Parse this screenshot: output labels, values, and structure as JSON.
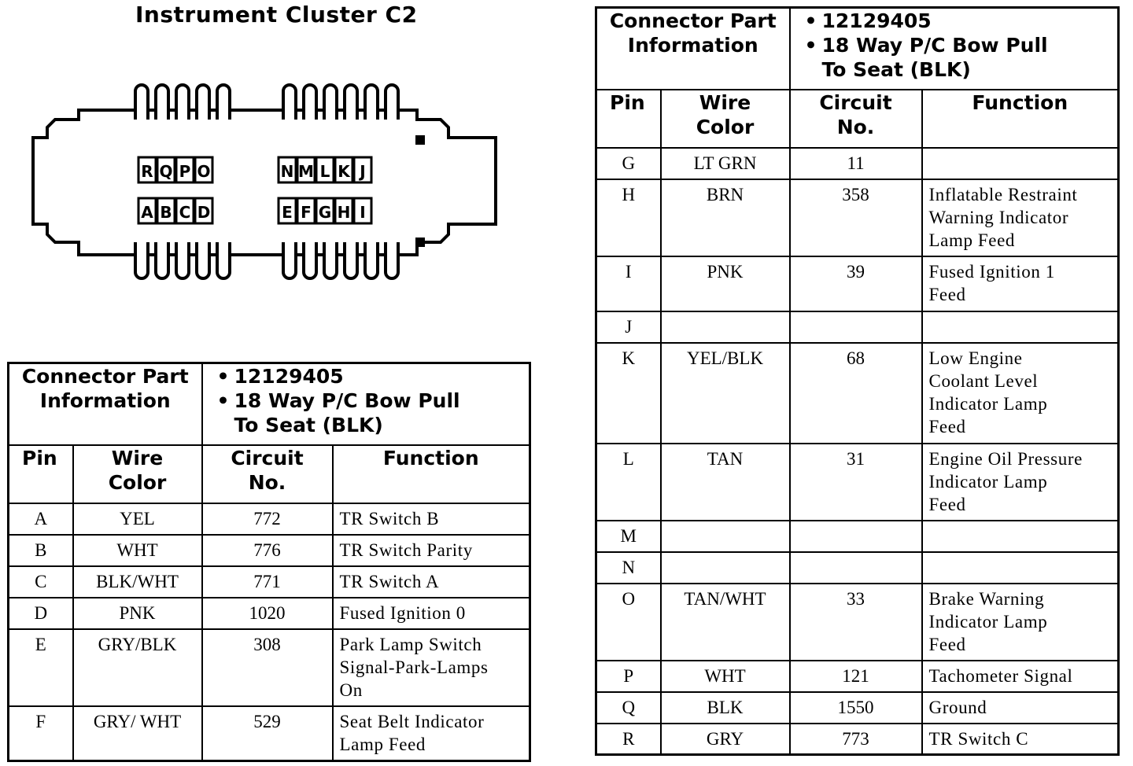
{
  "title": "Instrument Cluster C2",
  "connector": {
    "top_row": [
      "R",
      "Q",
      "P",
      "O",
      "N",
      "M",
      "L",
      "K",
      "J"
    ],
    "bottom_row": [
      "A",
      "B",
      "C",
      "D",
      "E",
      "F",
      "G",
      "H",
      "I"
    ]
  },
  "header": {
    "connector_info_label": [
      "Connector Part",
      "Information"
    ],
    "part_lines": [
      "12129405",
      "18 Way P/C Bow Pull",
      "To Seat (BLK)"
    ],
    "col_pin": "Pin",
    "col_wire": [
      "Wire",
      "Color"
    ],
    "col_circuit": [
      "Circuit",
      "No."
    ],
    "col_function": "Function"
  },
  "left_table": [
    {
      "pin": "A",
      "color": "YEL",
      "circuit": "772",
      "function": [
        "TR Switch B"
      ]
    },
    {
      "pin": "B",
      "color": "WHT",
      "circuit": "776",
      "function": [
        "TR Switch Parity"
      ]
    },
    {
      "pin": "C",
      "color": "BLK/WHT",
      "circuit": "771",
      "function": [
        "TR Switch A"
      ]
    },
    {
      "pin": "D",
      "color": "PNK",
      "circuit": "1020",
      "function": [
        "Fused Ignition 0"
      ]
    },
    {
      "pin": "E",
      "color": "GRY/BLK",
      "circuit": "308",
      "function": [
        "Park Lamp Switch",
        "Signal-Park-Lamps",
        "On"
      ]
    },
    {
      "pin": "F",
      "color": "GRY/ WHT",
      "circuit": "529",
      "function": [
        "Seat Belt Indicator",
        "Lamp Feed"
      ]
    }
  ],
  "right_table": [
    {
      "pin": "G",
      "color": "LT GRN",
      "circuit": "11",
      "function": []
    },
    {
      "pin": "H",
      "color": "BRN",
      "circuit": "358",
      "function": [
        "Inflatable Restraint",
        "Warning Indicator",
        "Lamp Feed"
      ]
    },
    {
      "pin": "I",
      "color": "PNK",
      "circuit": "39",
      "function": [
        "Fused Ignition 1",
        "Feed"
      ]
    },
    {
      "pin": "J",
      "color": "",
      "circuit": "",
      "function": []
    },
    {
      "pin": "K",
      "color": "YEL/BLK",
      "circuit": "68",
      "function": [
        "Low Engine",
        "Coolant Level",
        "Indicator Lamp",
        "Feed"
      ]
    },
    {
      "pin": "L",
      "color": "TAN",
      "circuit": "31",
      "function": [
        "Engine Oil Pressure",
        "Indicator Lamp",
        "Feed"
      ]
    },
    {
      "pin": "M",
      "color": "",
      "circuit": "",
      "function": []
    },
    {
      "pin": "N",
      "color": "",
      "circuit": "",
      "function": []
    },
    {
      "pin": "O",
      "color": "TAN/WHT",
      "circuit": "33",
      "function": [
        "Brake Warning",
        "Indicator Lamp",
        "Feed"
      ]
    },
    {
      "pin": "P",
      "color": "WHT",
      "circuit": "121",
      "function": [
        "Tachometer Signal"
      ]
    },
    {
      "pin": "Q",
      "color": "BLK",
      "circuit": "1550",
      "function": [
        "Ground"
      ]
    },
    {
      "pin": "R",
      "color": "GRY",
      "circuit": "773",
      "function": [
        "TR Switch C"
      ]
    }
  ]
}
